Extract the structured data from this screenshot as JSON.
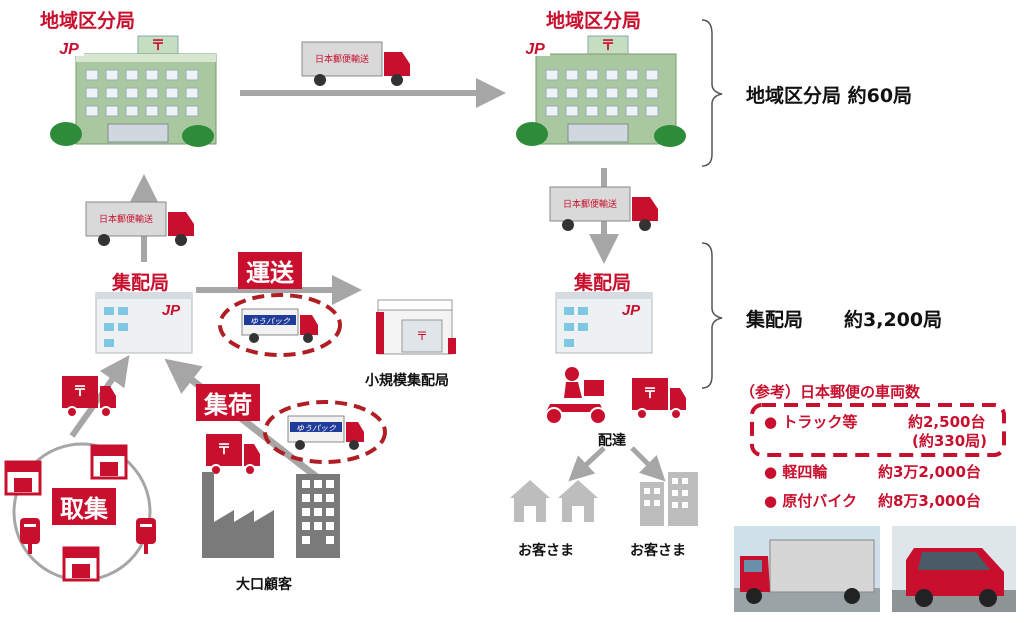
{
  "offices": {
    "regional_left": "地域区分局",
    "regional_right": "地域区分局",
    "delivery_left": "集配局",
    "delivery_right": "集配局",
    "small": "小規模集配局"
  },
  "badges": {
    "transport": "運送",
    "pickup": "集荷",
    "collection": "取集"
  },
  "labels": {
    "large_customer": "大口顧客",
    "delivery": "配達",
    "customer_1": "お客さま",
    "customer_2": "お客さま"
  },
  "counts": {
    "regional": "地域区分局 約60局",
    "delivery_name": "集配局",
    "delivery_count": "約3,200局"
  },
  "reference": {
    "title": "（参考）日本郵便の車両数",
    "items": [
      {
        "name": "トラック等",
        "count": "約2,500台",
        "sub": "(約330局)"
      },
      {
        "name": "軽四輪",
        "count": "約3万2,000台"
      },
      {
        "name": "原付バイク",
        "count": "約8万3,000台"
      }
    ]
  },
  "truck_text": "日本郵便輸送",
  "yupack_text": "ゆうパック",
  "colors": {
    "brand_red": "#c8102e",
    "arrow_gray": "#a6a6a6",
    "building_green": "#a9c8a0"
  }
}
